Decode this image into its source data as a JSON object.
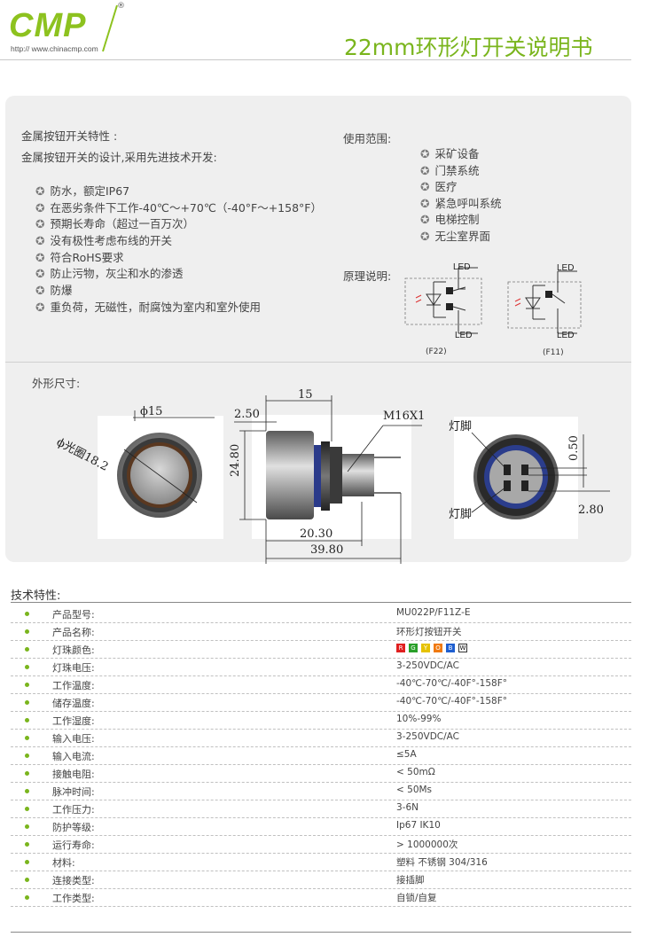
{
  "header": {
    "logo_text": "CMP",
    "logo_reg": "®",
    "logo_url": "http:// www.chinacmp.com",
    "title": "22mm环形灯开关说明书"
  },
  "features": {
    "heading": "金属按钮开关特性 :",
    "subheading": "金属按钮开关的设计,采用先进技术开发:",
    "items": [
      "防水，额定IP67",
      "在恶劣条件下工作-40℃～+70℃（-40°F～+158°F）",
      "预期长寿命（超过一百万次）",
      "没有极性考虑布线的开关",
      "符合RoHS要求",
      "防止污物，灰尘和水的渗透",
      "防爆",
      "重负荷，无磁性，耐腐蚀为室内和室外使用"
    ]
  },
  "usage": {
    "heading": "使用范围:",
    "items": [
      "采矿设备",
      "门禁系统",
      "医疗",
      "紧急呼叫系统",
      "电梯控制",
      "无尘室界面"
    ]
  },
  "principle": {
    "heading": "原理说明:",
    "led_label": "LED",
    "f22": "(F22)",
    "f11": "(F11)"
  },
  "dimensions": {
    "heading": "外形尺寸:",
    "phi15": "ϕ15",
    "ring": "ϕ光圈18.2",
    "d15": "15",
    "d250": "2.50",
    "m16": "M16X1",
    "d2480": "24.80",
    "d2030": "20.30",
    "d3980": "39.80",
    "pin_label": "灯脚",
    "d050": "0.50",
    "d280": "2.80"
  },
  "specs": {
    "heading": "技术特性:",
    "rows": [
      {
        "label": "产品型号:",
        "value": "MU022P/F11Z-E"
      },
      {
        "label": "产品名称:",
        "value": "环形灯按钮开关"
      },
      {
        "label": "灯珠颜色:",
        "value": ""
      },
      {
        "label": "灯珠电压:",
        "value": "3-250VDC/AC"
      },
      {
        "label": "工作温度:",
        "value": "-40℃-70℃/-40F°-158F°"
      },
      {
        "label": "储存温度:",
        "value": "-40℃-70℃/-40F°-158F°"
      },
      {
        "label": "工作湿度:",
        "value": "10%-99%"
      },
      {
        "label": "输入电压:",
        "value": "3-250VDC/AC"
      },
      {
        "label": "输入电流:",
        "value": "≤5A"
      },
      {
        "label": "接触电阻:",
        "value": "< 50mΩ"
      },
      {
        "label": "脉冲时间:",
        "value": "< 50Ms"
      },
      {
        "label": "工作压力:",
        "value": "3-6N"
      },
      {
        "label": "防护等级:",
        "value": "Ip67 IK10"
      },
      {
        "label": "运行寿命:",
        "value": "> 1000000次"
      },
      {
        "label": "材料:",
        "value": "塑料  不锈钢 304/316"
      },
      {
        "label": "连接类型:",
        "value": "接插脚"
      },
      {
        "label": "工作类型:",
        "value": "自锁/自复"
      }
    ],
    "led_colors": [
      {
        "letter": "R",
        "color": "#e02020"
      },
      {
        "letter": "G",
        "color": "#2aa02a"
      },
      {
        "letter": "Y",
        "color": "#e6c200"
      },
      {
        "letter": "O",
        "color": "#f07a10"
      },
      {
        "letter": "B",
        "color": "#1f5fd0"
      },
      {
        "letter": "W",
        "color": "#ffffff"
      }
    ]
  }
}
